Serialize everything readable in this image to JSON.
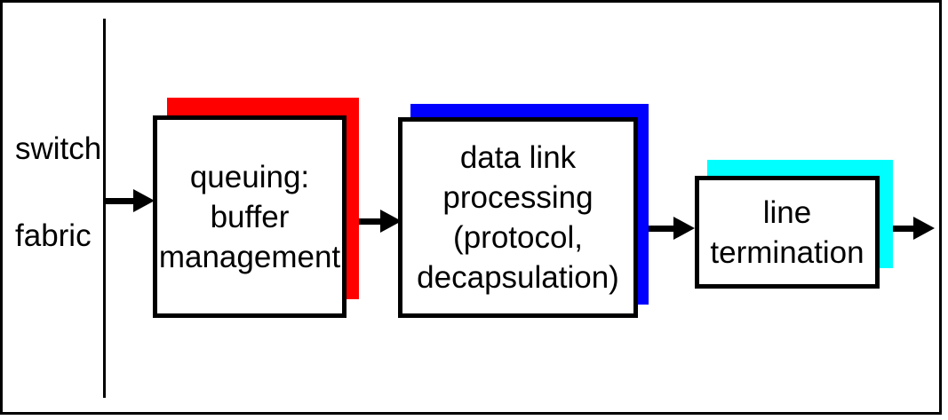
{
  "diagram": {
    "title_hidden": "",
    "input_source": {
      "label_top": "switch",
      "label_bottom": "fabric"
    },
    "boxes": [
      {
        "id": "queuing-buffer-management",
        "lines": [
          "queuing:",
          "buffer",
          "management"
        ],
        "shadow_color": "#ff0000"
      },
      {
        "id": "data-link-processing",
        "lines": [
          "data link",
          "processing",
          "(protocol,",
          "decapsulation)"
        ],
        "shadow_color": "#0000ff"
      },
      {
        "id": "line-termination",
        "lines": [
          "line",
          "termination"
        ],
        "shadow_color": "#00ffff"
      }
    ],
    "colors": {
      "frame_and_lines": "#000000",
      "box_fill": "#ffffff",
      "shadow_red": "#ff0000",
      "shadow_blue": "#0000ff",
      "shadow_cyan": "#00ffff"
    }
  }
}
